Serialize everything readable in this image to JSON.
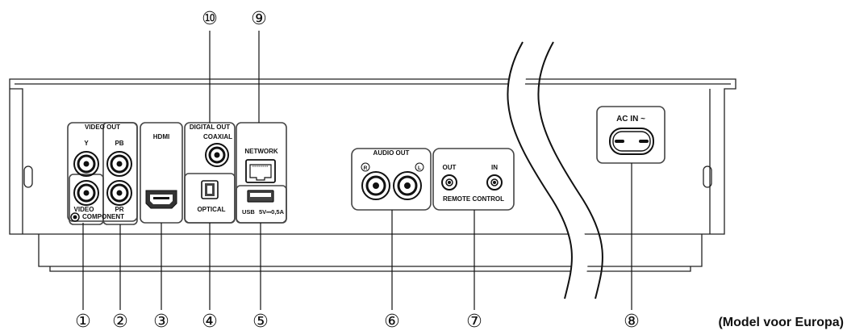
{
  "sections": {
    "video_out": "VIDEO OUT",
    "digital_out": "DIGITAL OUT",
    "audio_out": "AUDIO OUT",
    "remote_control": "REMOTE CONTROL"
  },
  "ports": {
    "y": "Y",
    "pb": "PB",
    "pr": "PR",
    "video": "VIDEO",
    "component": "COMPONENT",
    "hdmi": "HDMI",
    "coaxial": "COAXIAL",
    "optical": "OPTICAL",
    "network": "NETWORK",
    "usb": "USB",
    "usb_rating": "5V⎓0,5A",
    "audio_r": "R",
    "audio_l": "L",
    "remote_out": "OUT",
    "remote_in": "IN",
    "ac_in": "AC IN ~"
  },
  "callouts": {
    "c1": "①",
    "c2": "②",
    "c3": "③",
    "c4": "④",
    "c5": "⑤",
    "c6": "⑥",
    "c7": "⑦",
    "c8": "⑧",
    "c9": "⑨",
    "c10": "⑩"
  },
  "caption": "(Model voor Europa)"
}
